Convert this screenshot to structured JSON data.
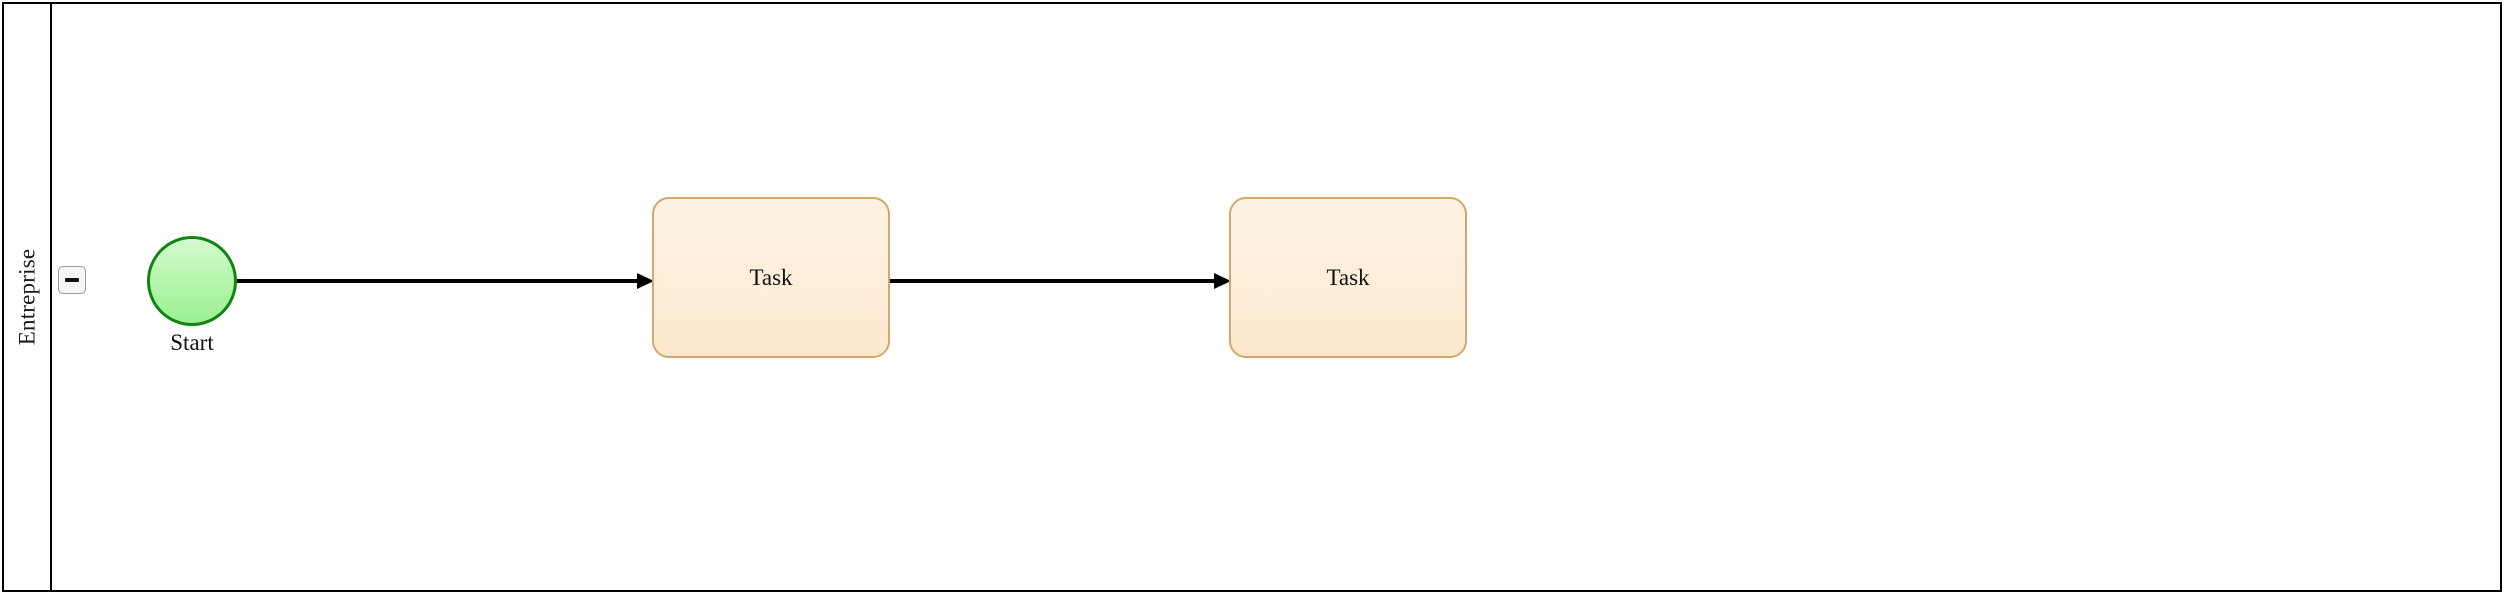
{
  "diagram": {
    "type": "bpmn-pool",
    "pool": {
      "name": "Entreprise",
      "collapse_control": {
        "icon": "minus-icon",
        "state": "expanded",
        "label": "−"
      },
      "border_color": "#000000",
      "background_color": "#ffffff"
    },
    "nodes": [
      {
        "id": "start-event",
        "kind": "start-event",
        "label": "Start",
        "fill_color": "#b2f5aa",
        "border_color": "#128312"
      },
      {
        "id": "task-1",
        "kind": "task",
        "label": "Task",
        "fill_color": "#fdeed9",
        "border_color": "#d3a86c"
      },
      {
        "id": "task-2",
        "kind": "task",
        "label": "Task",
        "fill_color": "#fdeed9",
        "border_color": "#d3a86c"
      }
    ],
    "flows": [
      {
        "id": "flow-1",
        "kind": "sequence-flow",
        "from": "start-event",
        "to": "task-1",
        "label": "",
        "color": "#000000"
      },
      {
        "id": "flow-2",
        "kind": "sequence-flow",
        "from": "task-1",
        "to": "task-2",
        "label": "",
        "color": "#000000"
      }
    ]
  }
}
